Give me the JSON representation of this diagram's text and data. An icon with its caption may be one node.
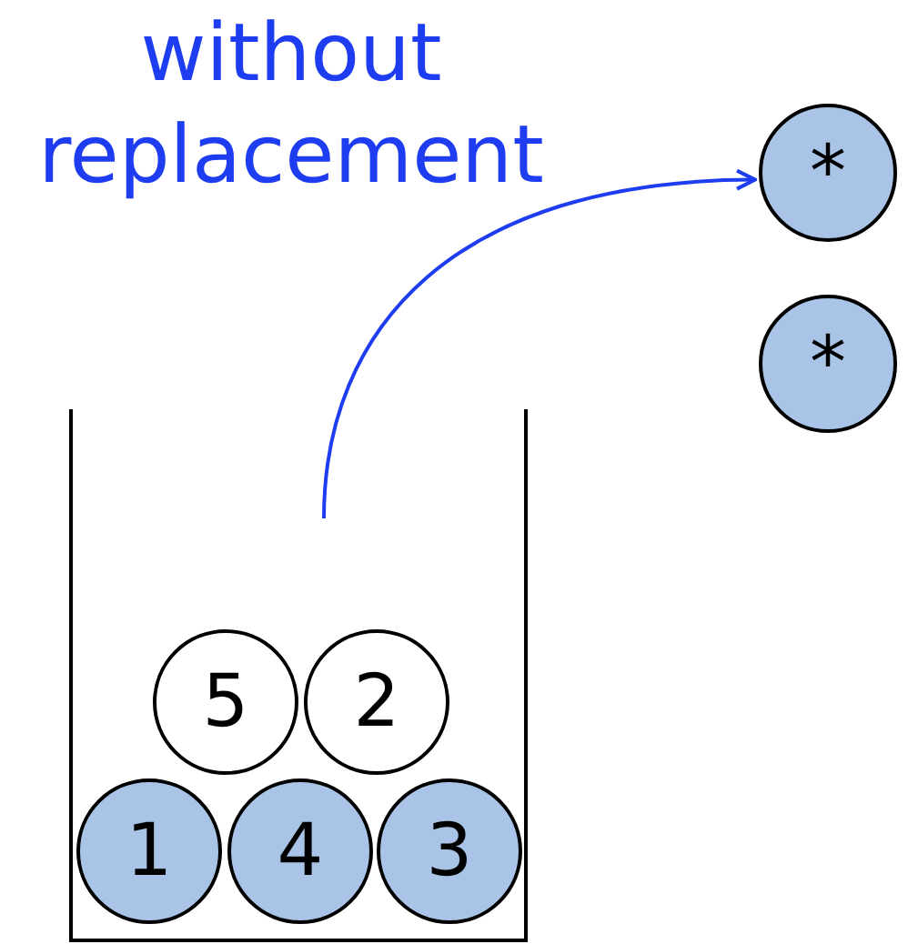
{
  "diagram": {
    "nodes": [
      {
        "text": [],
        "shape": "box"
      },
      {
        "text": [
          "5"
        ],
        "in": 0
      },
      {
        "text": [
          "2"
        ],
        "in": 0
      },
      {
        "text": [
          "1"
        ],
        "in": 0
      },
      {
        "text": [
          "4"
        ],
        "in": 0
      },
      {
        "text": [
          "3"
        ],
        "in": 0
      },
      {
        "text": [
          "*"
        ]
      },
      {
        "text": [
          "*"
        ]
      }
    ],
    "edges": [
      {
        "from": null,
        "to": 6,
        "arrow": "to",
        "label": "without replacement"
      }
    ]
  }
}
